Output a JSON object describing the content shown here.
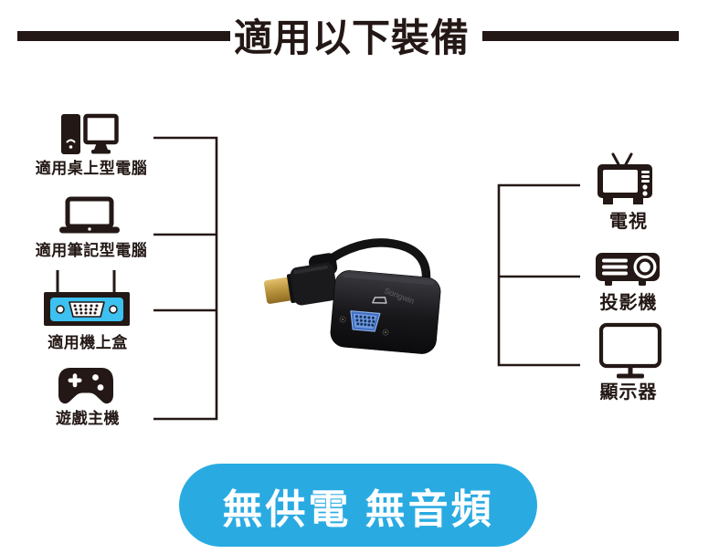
{
  "header": {
    "title": "適用以下裝備"
  },
  "left_devices": [
    {
      "label": "適用桌上型電腦",
      "icon": "desktop-computer-icon"
    },
    {
      "label": "適用筆記型電腦",
      "icon": "laptop-icon"
    },
    {
      "label": "適用機上盒",
      "icon": "set-top-box-icon"
    },
    {
      "label": "遊戲主機",
      "icon": "game-console-icon"
    }
  ],
  "right_devices": [
    {
      "label": "電視",
      "icon": "tv-icon"
    },
    {
      "label": "投影機",
      "icon": "projector-icon"
    },
    {
      "label": "顯示器",
      "icon": "monitor-icon"
    }
  ],
  "product": {
    "brand_text": "Songwin"
  },
  "badge": {
    "text": "無供電 無音頻"
  },
  "colors": {
    "ink": "#231815",
    "badge_blue": "#29ABE2",
    "settop_cyan": "#3CC1F0",
    "vga_port_blue": "#3D6CC0",
    "hdmi_gold": "#C9A24A"
  }
}
